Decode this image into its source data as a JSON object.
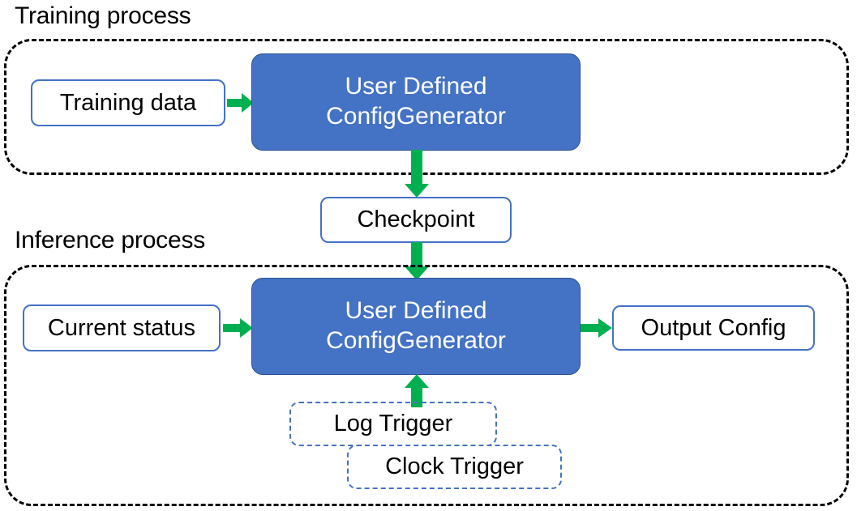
{
  "diagram": {
    "title_training": "Training process",
    "title_inference": "Inference process",
    "colors": {
      "process_fill": "#4472C4",
      "process_border": "#2F528F",
      "node_border": "#4472C4",
      "arrow": "#00B050",
      "group_border": "#000000",
      "text_dark": "#000000",
      "text_light": "#FFFFFF"
    }
  },
  "training": {
    "label": "Training process",
    "nodes": {
      "training_data": "Training data",
      "config_generator_line1": "User Defined",
      "config_generator_line2": "ConfigGenerator"
    }
  },
  "checkpoint": {
    "label": "Checkpoint"
  },
  "inference": {
    "label": "Inference process",
    "nodes": {
      "current_status": "Current status",
      "config_generator_line1": "User Defined",
      "config_generator_line2": "ConfigGenerator",
      "output_config": "Output Config",
      "log_trigger": "Log Trigger",
      "clock_trigger": "Clock Trigger"
    }
  },
  "arrows": [
    {
      "name": "training-data-to-generator",
      "direction": "right"
    },
    {
      "name": "training-generator-to-checkpoint",
      "direction": "down"
    },
    {
      "name": "checkpoint-to-inference-generator",
      "direction": "down"
    },
    {
      "name": "current-status-to-generator",
      "direction": "right"
    },
    {
      "name": "generator-to-output-config",
      "direction": "right"
    },
    {
      "name": "log-trigger-to-generator",
      "direction": "up"
    }
  ]
}
